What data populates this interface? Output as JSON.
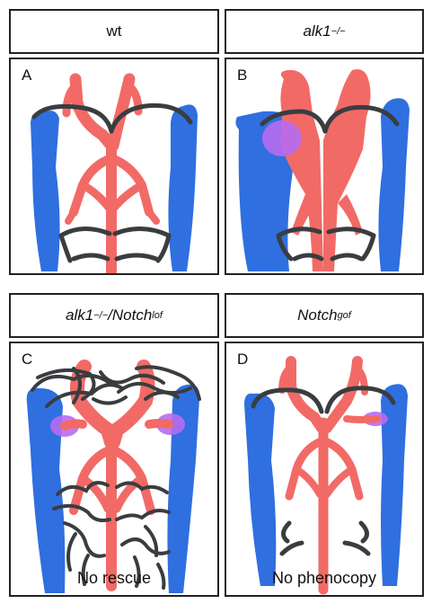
{
  "panels": [
    {
      "letter": "A",
      "title": "wt",
      "caption": ""
    },
    {
      "letter": "B",
      "title_main": "alk1",
      "title_sup": "−/−",
      "caption": ""
    },
    {
      "letter": "C",
      "title_a": "alk1",
      "title_a_sup": "−/−",
      "title_sep": "/Notch",
      "title_b_sup": "lof",
      "caption": "No rescue"
    },
    {
      "letter": "D",
      "title_main": "Notch",
      "title_sup": "gof",
      "caption": "No phenocopy"
    }
  ],
  "colors": {
    "artery": "#f26a66",
    "vein": "#2f6fe0",
    "shunt": "#b76cf0",
    "vessel_outline": "#3a3d40"
  }
}
